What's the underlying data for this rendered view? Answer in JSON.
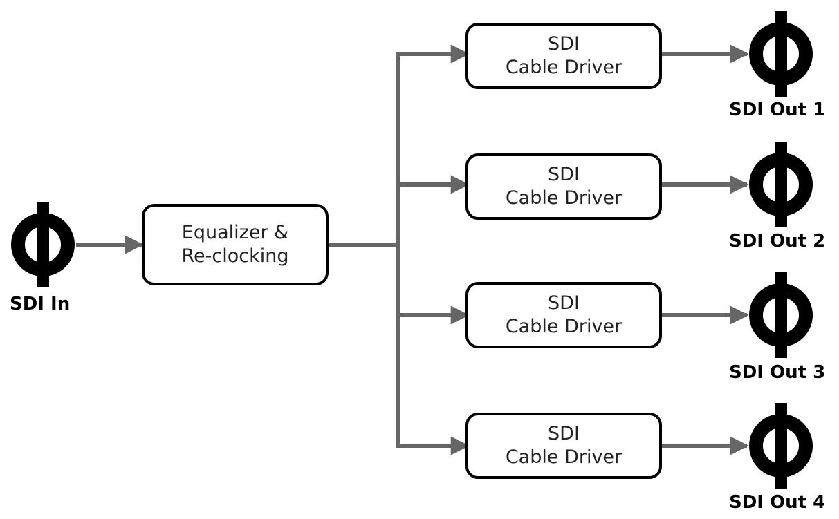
{
  "input": {
    "label": "SDI In"
  },
  "processor": {
    "line1": "Equalizer &",
    "line2": "Re-clocking"
  },
  "drivers": [
    {
      "line1": "SDI",
      "line2": "Cable Driver",
      "output_label": "SDI Out 1"
    },
    {
      "line1": "SDI",
      "line2": "Cable Driver",
      "output_label": "SDI Out 2"
    },
    {
      "line1": "SDI",
      "line2": "Cable Driver",
      "output_label": "SDI Out 3"
    },
    {
      "line1": "SDI",
      "line2": "Cable Driver",
      "output_label": "SDI Out 4"
    }
  ],
  "colors": {
    "wire": "#666666",
    "connector": "#000000",
    "box_border": "#000000"
  }
}
